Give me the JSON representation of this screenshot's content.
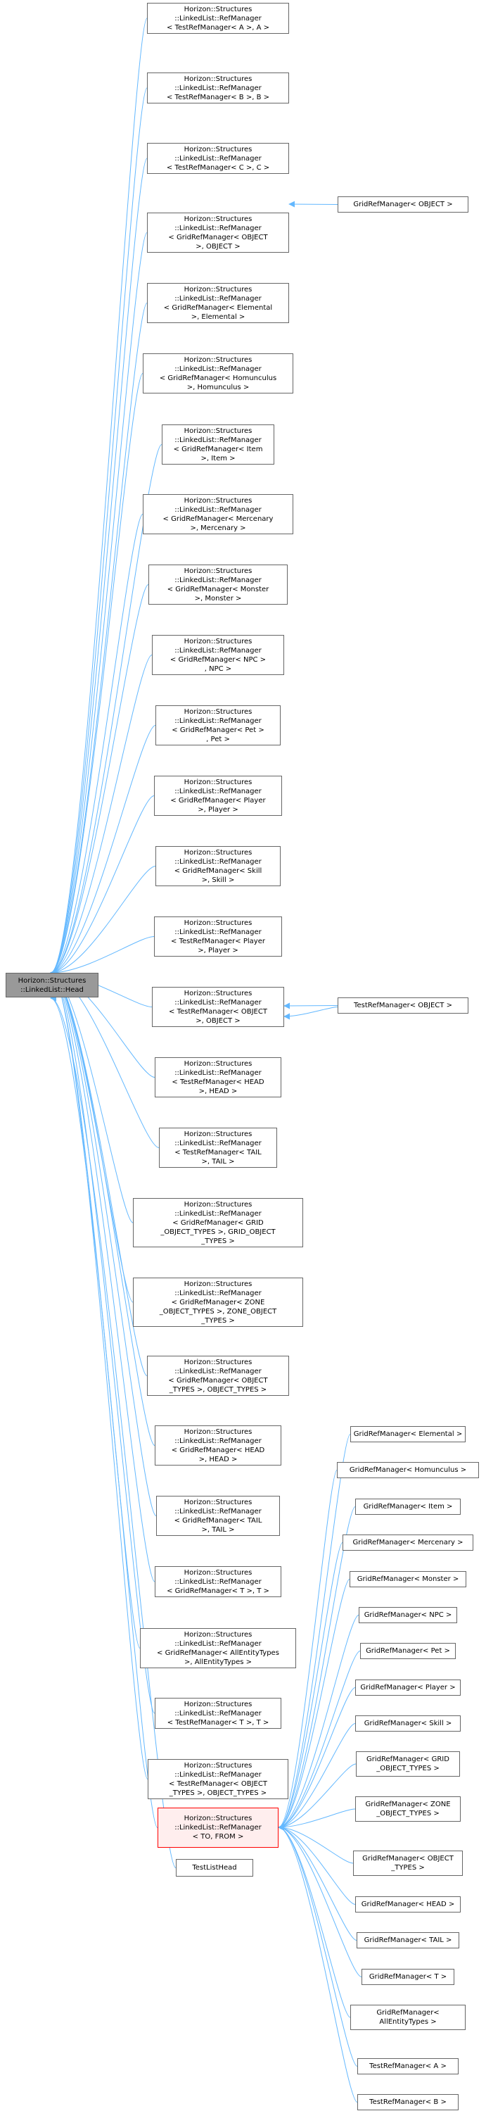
{
  "diagram": {
    "root_label": "Horizon::Structures\n::LinkedList::Head",
    "focus_label": "Horizon::Structures\n::LinkedList::RefManager\n< TO, FROM >",
    "direct_children": [
      "Horizon::Structures\n::LinkedList::RefManager\n< TestRefManager< A >, A >",
      "Horizon::Structures\n::LinkedList::RefManager\n< TestRefManager< B >, B >",
      "Horizon::Structures\n::LinkedList::RefManager\n< TestRefManager< C >, C >",
      "Horizon::Structures\n::LinkedList::RefManager\n< GridRefManager< OBJECT\n>, OBJECT >",
      "Horizon::Structures\n::LinkedList::RefManager\n< GridRefManager< Elemental\n>, Elemental >",
      "Horizon::Structures\n::LinkedList::RefManager\n< GridRefManager< Homunculus\n>, Homunculus >",
      "Horizon::Structures\n::LinkedList::RefManager\n< GridRefManager< Item\n>, Item >",
      "Horizon::Structures\n::LinkedList::RefManager\n< GridRefManager< Mercenary\n>, Mercenary >",
      "Horizon::Structures\n::LinkedList::RefManager\n< GridRefManager< Monster\n>, Monster >",
      "Horizon::Structures\n::LinkedList::RefManager\n< GridRefManager< NPC >\n, NPC >",
      "Horizon::Structures\n::LinkedList::RefManager\n< GridRefManager< Pet >\n, Pet >",
      "Horizon::Structures\n::LinkedList::RefManager\n< GridRefManager< Player\n>, Player >",
      "Horizon::Structures\n::LinkedList::RefManager\n< GridRefManager< Skill\n>, Skill >",
      "Horizon::Structures\n::LinkedList::RefManager\n< TestRefManager< Player\n>, Player >",
      "Horizon::Structures\n::LinkedList::RefManager\n< TestRefManager< OBJECT\n>, OBJECT >",
      "Horizon::Structures\n::LinkedList::RefManager\n< TestRefManager< HEAD\n>, HEAD >",
      "Horizon::Structures\n::LinkedList::RefManager\n< TestRefManager< TAIL\n>, TAIL >",
      "Horizon::Structures\n::LinkedList::RefManager\n< GridRefManager< GRID\n_OBJECT_TYPES >, GRID_OBJECT\n_TYPES >",
      "Horizon::Structures\n::LinkedList::RefManager\n< GridRefManager< ZONE\n_OBJECT_TYPES >, ZONE_OBJECT\n_TYPES >",
      "Horizon::Structures\n::LinkedList::RefManager\n< GridRefManager< OBJECT\n_TYPES >, OBJECT_TYPES >",
      "Horizon::Structures\n::LinkedList::RefManager\n< GridRefManager< HEAD\n>, HEAD >",
      "Horizon::Structures\n::LinkedList::RefManager\n< GridRefManager< TAIL\n>, TAIL >",
      "Horizon::Structures\n::LinkedList::RefManager\n< GridRefManager< T >, T >",
      "Horizon::Structures\n::LinkedList::RefManager\n< GridRefManager< AllEntityTypes\n>, AllEntityTypes >",
      "Horizon::Structures\n::LinkedList::RefManager\n< TestRefManager< T >, T >",
      "Horizon::Structures\n::LinkedList::RefManager\n< TestRefManager< OBJECT\n_TYPES >, OBJECT_TYPES >"
    ],
    "test_list_head_label": "TestListHead",
    "grid_object_label": "GridRefManager< OBJECT >",
    "test_object_label": "TestRefManager< OBJECT >",
    "focus_children": [
      "GridRefManager< Elemental >",
      "GridRefManager< Homunculus >",
      "GridRefManager< Item >",
      "GridRefManager< Mercenary >",
      "GridRefManager< Monster >",
      "GridRefManager< NPC >",
      "GridRefManager< Pet >",
      "GridRefManager< Player >",
      "GridRefManager< Skill >",
      "GridRefManager< GRID\n_OBJECT_TYPES >",
      "GridRefManager< ZONE\n_OBJECT_TYPES >",
      "GridRefManager< OBJECT\n_TYPES >",
      "GridRefManager< HEAD >",
      "GridRefManager< TAIL >",
      "GridRefManager< T >",
      "GridRefManager< AllEntityTypes >",
      "TestRefManager< A >",
      "TestRefManager< B >"
    ],
    "colors": {
      "edge": "#63b8ff",
      "node_border": "#666666",
      "root_fill": "#999999",
      "focus_border": "#ff0000",
      "focus_fill": "#ffeeee"
    }
  }
}
